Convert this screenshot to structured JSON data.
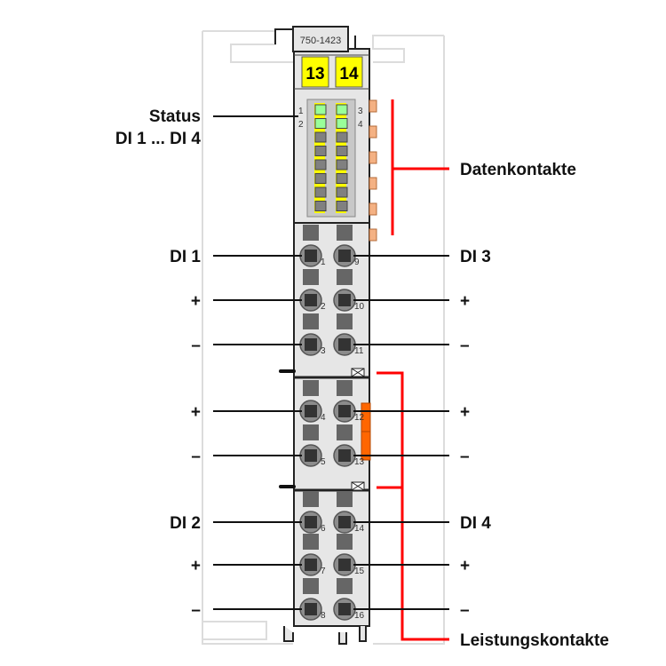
{
  "module": {
    "part_number": "750-1423",
    "header_boxes": [
      "13",
      "14"
    ],
    "led_numbers": [
      "1",
      "2",
      "3",
      "4"
    ],
    "colors": {
      "led_on": "#99ff99",
      "led_off": "#808080",
      "stripe": "#ffff00",
      "contact_orange": "#ff6600",
      "data_contact": "#f4b183",
      "bracket": "#ff0000"
    }
  },
  "labels": {
    "status_line1": "Status",
    "status_line2": "DI 1 ... DI 4",
    "data_contacts": "Datenkontakte",
    "power_contacts": "Leistungskontakte"
  },
  "rows": [
    {
      "left": "DI 1",
      "right": "DI 3",
      "left_num": "1",
      "right_num": "9"
    },
    {
      "left": "+",
      "right": "+",
      "left_num": "2",
      "right_num": "10"
    },
    {
      "left": "–",
      "right": "–",
      "left_num": "3",
      "right_num": "11"
    },
    {
      "left": "+",
      "right": "+",
      "left_num": "4",
      "right_num": "12"
    },
    {
      "left": "–",
      "right": "–",
      "left_num": "5",
      "right_num": "13"
    },
    {
      "left": "DI 2",
      "right": "DI 4",
      "left_num": "6",
      "right_num": "14"
    },
    {
      "left": "+",
      "right": "+",
      "left_num": "7",
      "right_num": "15"
    },
    {
      "left": "–",
      "right": "–",
      "left_num": "8",
      "right_num": "16"
    }
  ]
}
